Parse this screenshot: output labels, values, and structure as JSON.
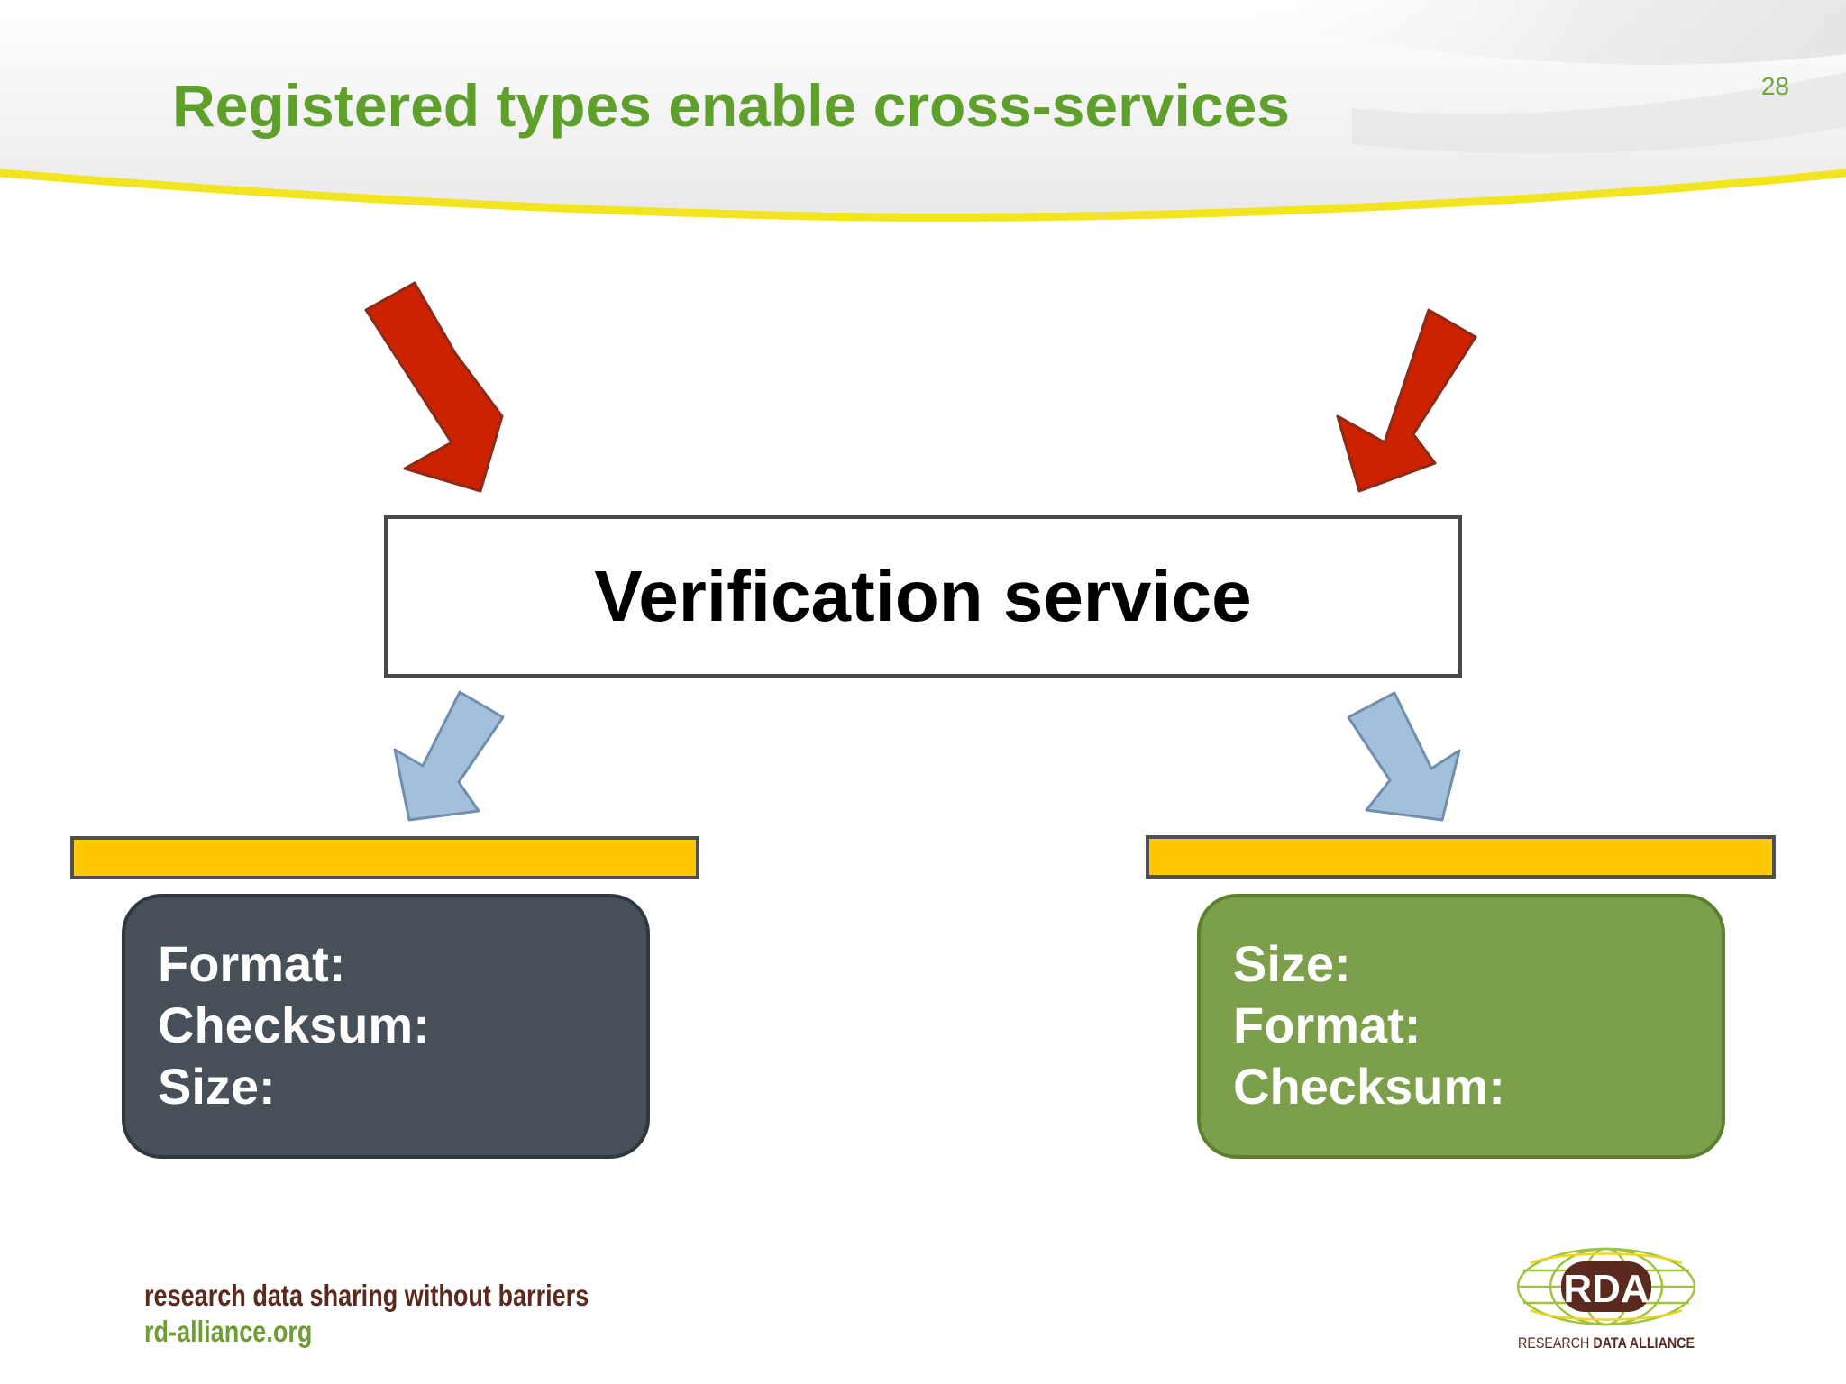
{
  "slide": {
    "title": "Registered types enable cross-services",
    "page_number": "28"
  },
  "diagram": {
    "service_label": "Verification service",
    "left_record": {
      "lines": [
        "Format:",
        "Checksum:",
        "Size:"
      ]
    },
    "right_record": {
      "lines": [
        "Size:",
        "Format:",
        "Checksum:"
      ]
    }
  },
  "footer": {
    "tagline": "research data sharing without barriers",
    "url": "rd-alliance.org",
    "logo_text": "RDA",
    "logo_caption_a": "RESEARCH ",
    "logo_caption_b": "DATA ALLIANCE"
  },
  "colors": {
    "title_green": "#5fa02d",
    "arrow_red": "#cc2200",
    "arrow_blue": "#a3bfd9",
    "bar_yellow": "#ffc800",
    "record_dark": "#475059",
    "record_green": "#7c9f4b"
  }
}
